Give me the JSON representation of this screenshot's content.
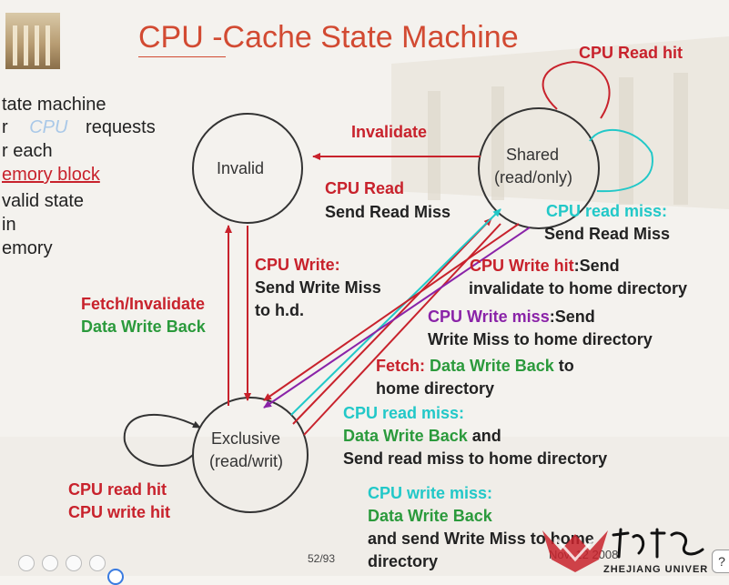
{
  "title": "CPU -Cache State Machine",
  "side_text": {
    "l1": "tate machine",
    "l2a": "r",
    "l2b": "CPU",
    "l2c": "requests",
    "l3": "r each",
    "l4": "emory block",
    "l5": "valid state",
    "l6": "in",
    "l7": "emory"
  },
  "states": {
    "invalid": "Invalid",
    "shared_1": "Shared",
    "shared_2": "(read/only)",
    "exclusive_1": "Exclusive",
    "exclusive_2": "(read/writ)"
  },
  "labels": {
    "cpu_read_hit_shared": "CPU Read hit",
    "invalidate": "Invalidate",
    "cpu_read": "CPU Read",
    "send_read_miss": "Send Read Miss",
    "cpu_read_miss_shared": "CPU read miss:",
    "send_read_miss_2": "Send Read Miss",
    "cpu_write": "CPU Write:",
    "send_write_miss": "Send Write Miss",
    "to_hd": "to h.d.",
    "cpu_write_hit": "CPU Write hit",
    "send_colon": ":Send",
    "invalidate_home": "invalidate to home directory",
    "fetch_invalidate": "Fetch/Invalidate",
    "data_write_back": "Data Write Back",
    "cpu_write_miss": "CPU Write miss",
    "send_colon_2": ":Send",
    "write_miss_home": "Write Miss to home directory",
    "fetch": "Fetch:",
    "fetch_dwb": "Data Write Back",
    "to": "to",
    "home_directory": "home directory",
    "cpu_read_miss_ex": "CPU read miss:",
    "dwb_and_a": "Data Write Back",
    "dwb_and_b": "and",
    "send_read_miss_home": "Send read miss to home directory",
    "cpu_read_hit_ex": "CPU read hit",
    "cpu_write_hit_ex": "CPU write hit",
    "cpu_write_miss_ex": "CPU write miss:",
    "dwb_ex": "Data Write Back",
    "and_send_write_miss": "and send Write Miss to home",
    "directory": "directory"
  },
  "footer": {
    "page": "52/93",
    "date": "Nov. 12 2008",
    "university": "ZHEJIANG UNIVER"
  },
  "colors": {
    "red": "#c8222c",
    "green": "#2b9a3c",
    "cyan": "#22c8c8",
    "purple": "#8a23a8",
    "title": "#d24a32"
  }
}
